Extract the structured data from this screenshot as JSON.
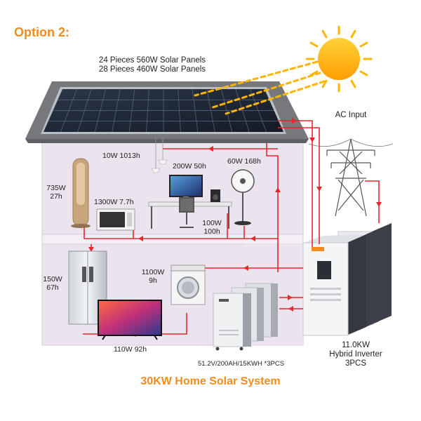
{
  "heading": "Option 2:",
  "footer_title": "30KW Home Solar System",
  "panels": {
    "line1": "24 Pieces 560W Solar Panels",
    "line2": "28 Pieces 460W Solar Panels"
  },
  "ac_input": "AC Input",
  "lamp": "10W 1013h",
  "computer": "200W 50h",
  "fan": "60W 168h",
  "heater": {
    "line1": "735W",
    "line2": "27h"
  },
  "microwave": "1300W 7.7h",
  "speaker": {
    "line1": "100W",
    "line2": "100h"
  },
  "washer": {
    "line1": "1100W",
    "line2": "9h"
  },
  "fridge": {
    "line1": "150W",
    "line2": "67h"
  },
  "tv": "110W 92h",
  "battery": "51.2V/200AH/15KWH *3PCS",
  "inverter": {
    "line1": "11.0KW",
    "line2": "Hybrid Inverter",
    "line3": "3PCS"
  },
  "colors": {
    "accent": "#f28c1c",
    "wire": "#e8262b",
    "roof": "#77787c",
    "wall": "#ebe3ee",
    "panel": "#1c2533",
    "sun": "#ffb400"
  }
}
